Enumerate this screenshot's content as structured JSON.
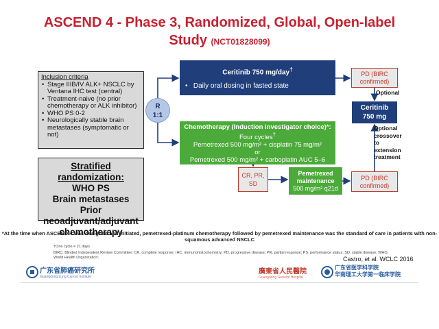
{
  "title_line1": "ASCEND 4 - Phase 3, Randomized, Global, Open-label",
  "title_line2": "Study",
  "title_nct": "(NCT01828099)",
  "inclusion": {
    "header": "Inclusion criteria",
    "items": [
      "Stage IIIB/IV ALK+ NSCLC by Ventana IHC test (central)",
      "Treatment-naive (no prior chemotherapy or ALK inhibitor)",
      "WHO PS 0-2",
      "Neurologically stable brain metastases (symptomatic or not)"
    ]
  },
  "stratified": {
    "header": "Stratified randomization:",
    "lines": [
      "WHO PS",
      "Brain metastases",
      "Prior neoadjuvant/adjuvant",
      "chemotherapy"
    ]
  },
  "randomization": {
    "line1": "R",
    "line2": "1:1"
  },
  "ceritinib_arm": {
    "title": "Ceritinib 750 mg/day",
    "title_sup": "†",
    "detail": "Daily oral dosing in fasted state"
  },
  "chemo_arm": {
    "title": "Chemotherapy (Induction investigator choice)*:",
    "line1": "Four cycles",
    "line1_sup": "†",
    "line2": "Pemetrexed 500 mg/m² + cisplatin 75 mg/m²",
    "line3": "or",
    "line4": "Pemetrexed 500 mg/m² + carboplatin AUC 5–6"
  },
  "pd_top": {
    "line1": "PD (BIRC",
    "line2": "confirmed)"
  },
  "optional_top": "Optional",
  "ceritinib_crossover": {
    "line1": "Ceritinib",
    "line2": "750 mg"
  },
  "optional_crossover": [
    "Optional",
    "crossover",
    "to",
    "extension",
    "treatment"
  ],
  "cr_pr_sd": {
    "line1": "CR, PR,",
    "line2": "SD"
  },
  "pemetrexed_maint": {
    "line1": "Pemetrexed",
    "line2": "maintenance",
    "line3": "500 mg/m² q21d"
  },
  "pd_bottom": {
    "line1": "PD (BIRC",
    "line2": "confirmed)"
  },
  "note": "*At the time when ASCEND-4 was designed and initiated, pemetrexed-platinum chemotherapy followed by pemetrexed maintenance was the standard of care in patients with non-squamous advanced NSCLC",
  "footnote1": "†One cycle = 21 days",
  "footnote2": "BIRC, Blinded Independent Review Committee; CR, complete response; IHC, immunohistochemistry; PD, progressive disease; PR, partial response; PS, performance status; SD, stable disease; WHO, World Health Organization;",
  "citation": "Castro, et al. WCLC 2016",
  "logos": {
    "left": "广东省肺癌研究所",
    "left_sub": "Guangdong Lung Cancer Institute",
    "middle": "廣東省人民醫院",
    "middle_sub": "Guangdong General Hospital",
    "right_line1": "广东省医学科学院",
    "right_line2": "华南理工大学第一临床学院"
  },
  "colors": {
    "title": "#c8202f",
    "ceritinib_box": "#1f3e7a",
    "chemo_box": "#4caa3a",
    "pd_text": "#c0392b",
    "criteria_box": "#d9d9d9",
    "randomization_circle": "#b4c7e7"
  }
}
